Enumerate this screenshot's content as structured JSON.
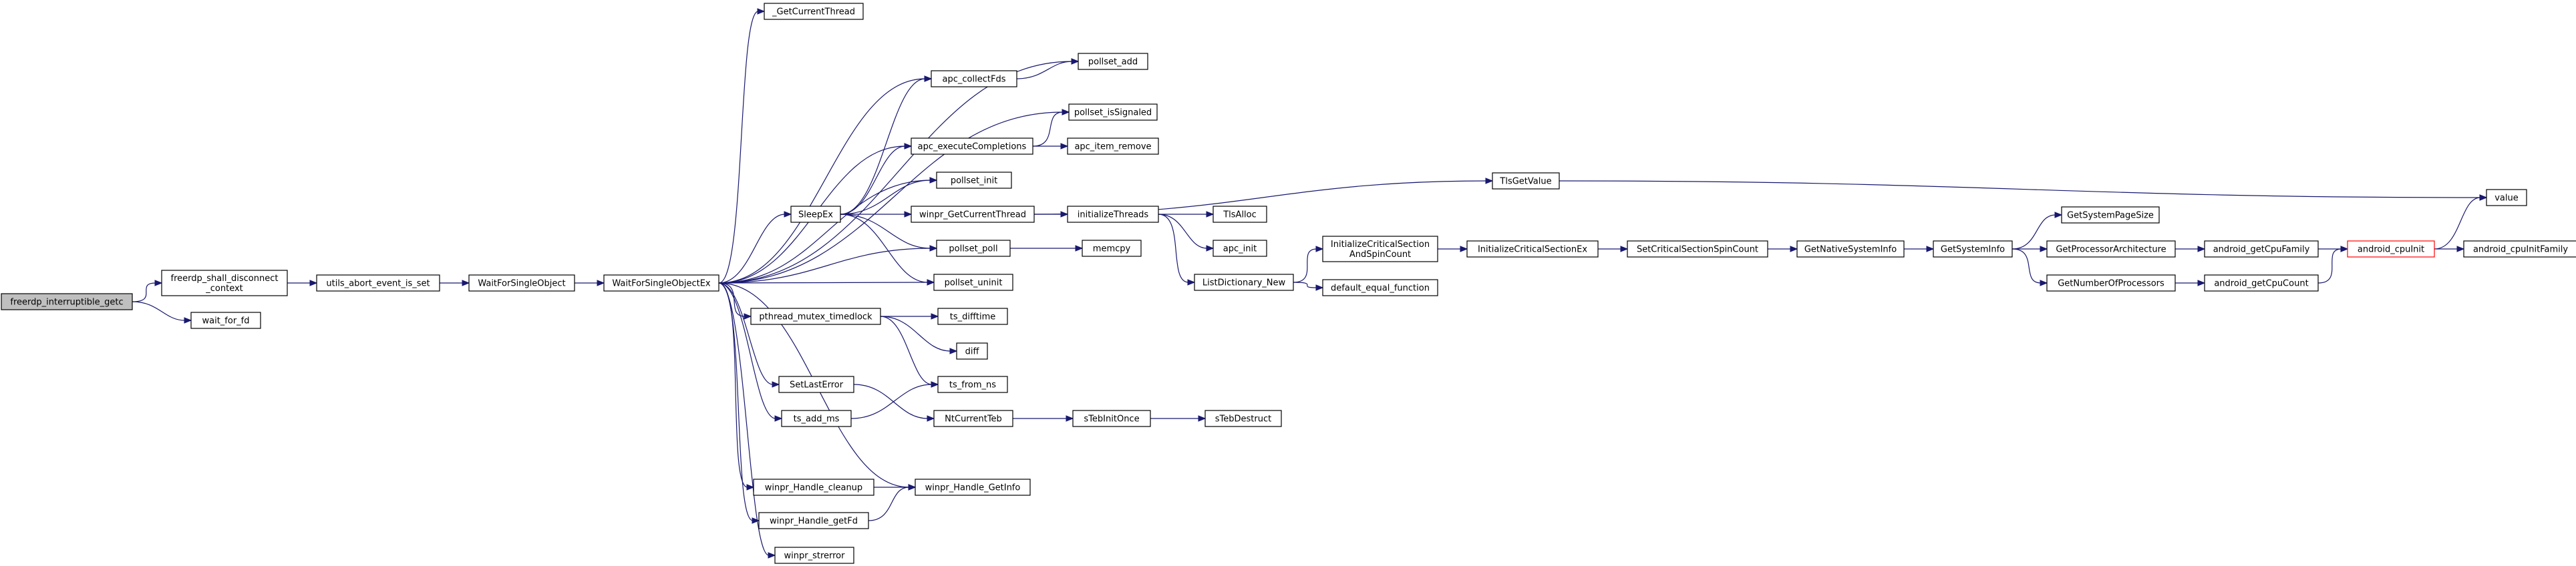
{
  "graph": {
    "colors": {
      "edge": "#191970",
      "root_fill": "#bfbfbf",
      "highlight_border": "#ff0000"
    },
    "nodes": [
      {
        "id": "freerdp_interruptible_getc",
        "lines": [
          "freerdp_interruptible_getc"
        ],
        "root": true
      },
      {
        "id": "freerdp_shall_disconnect_context",
        "lines": [
          "freerdp_shall_disconnect",
          "_context"
        ]
      },
      {
        "id": "wait_for_fd",
        "lines": [
          "wait_for_fd"
        ]
      },
      {
        "id": "utils_abort_event_is_set",
        "lines": [
          "utils_abort_event_is_set"
        ]
      },
      {
        "id": "WaitForSingleObject",
        "lines": [
          "WaitForSingleObject"
        ]
      },
      {
        "id": "WaitForSingleObjectEx",
        "lines": [
          "WaitForSingleObjectEx"
        ]
      },
      {
        "id": "_GetCurrentThread",
        "lines": [
          "_GetCurrentThread"
        ]
      },
      {
        "id": "pollset_add",
        "lines": [
          "pollset_add"
        ]
      },
      {
        "id": "apc_collectFds",
        "lines": [
          "apc_collectFds"
        ]
      },
      {
        "id": "pollset_isSignaled",
        "lines": [
          "pollset_isSignaled"
        ]
      },
      {
        "id": "apc_executeCompletions",
        "lines": [
          "apc_executeCompletions"
        ]
      },
      {
        "id": "apc_item_remove",
        "lines": [
          "apc_item_remove"
        ]
      },
      {
        "id": "pollset_init",
        "lines": [
          "pollset_init"
        ]
      },
      {
        "id": "SleepEx",
        "lines": [
          "SleepEx"
        ]
      },
      {
        "id": "winpr_GetCurrentThread",
        "lines": [
          "winpr_GetCurrentThread"
        ]
      },
      {
        "id": "initializeThreads",
        "lines": [
          "initializeThreads"
        ]
      },
      {
        "id": "TlsGetValue",
        "lines": [
          "TlsGetValue"
        ]
      },
      {
        "id": "value",
        "lines": [
          "value"
        ]
      },
      {
        "id": "TlsAlloc",
        "lines": [
          "TlsAlloc"
        ]
      },
      {
        "id": "apc_init",
        "lines": [
          "apc_init"
        ]
      },
      {
        "id": "pollset_poll",
        "lines": [
          "pollset_poll"
        ]
      },
      {
        "id": "memcpy",
        "lines": [
          "memcpy"
        ]
      },
      {
        "id": "pollset_uninit",
        "lines": [
          "pollset_uninit"
        ]
      },
      {
        "id": "ListDictionary_New",
        "lines": [
          "ListDictionary_New"
        ]
      },
      {
        "id": "InitializeCriticalSectionAndSpinCount",
        "lines": [
          "InitializeCriticalSection",
          "AndSpinCount"
        ]
      },
      {
        "id": "InitializeCriticalSectionEx",
        "lines": [
          "InitializeCriticalSectionEx"
        ]
      },
      {
        "id": "SetCriticalSectionSpinCount",
        "lines": [
          "SetCriticalSectionSpinCount"
        ]
      },
      {
        "id": "GetNativeSystemInfo",
        "lines": [
          "GetNativeSystemInfo"
        ]
      },
      {
        "id": "GetSystemInfo",
        "lines": [
          "GetSystemInfo"
        ]
      },
      {
        "id": "GetSystemPageSize",
        "lines": [
          "GetSystemPageSize"
        ]
      },
      {
        "id": "GetProcessorArchitecture",
        "lines": [
          "GetProcessorArchitecture"
        ]
      },
      {
        "id": "android_getCpuFamily",
        "lines": [
          "android_getCpuFamily"
        ]
      },
      {
        "id": "android_cpuInit",
        "lines": [
          "android_cpuInit"
        ],
        "highlight": true
      },
      {
        "id": "android_cpuInitFamily",
        "lines": [
          "android_cpuInitFamily"
        ]
      },
      {
        "id": "GetNumberOfProcessors",
        "lines": [
          "GetNumberOfProcessors"
        ]
      },
      {
        "id": "android_getCpuCount",
        "lines": [
          "android_getCpuCount"
        ]
      },
      {
        "id": "default_equal_function",
        "lines": [
          "default_equal_function"
        ]
      },
      {
        "id": "pthread_mutex_timedlock",
        "lines": [
          "pthread_mutex_timedlock"
        ]
      },
      {
        "id": "ts_difftime",
        "lines": [
          "ts_difftime"
        ]
      },
      {
        "id": "diff",
        "lines": [
          "diff"
        ]
      },
      {
        "id": "ts_from_ns",
        "lines": [
          "ts_from_ns"
        ]
      },
      {
        "id": "SetLastError",
        "lines": [
          "SetLastError"
        ]
      },
      {
        "id": "NtCurrentTeb",
        "lines": [
          "NtCurrentTeb"
        ]
      },
      {
        "id": "sTebInitOnce",
        "lines": [
          "sTebInitOnce"
        ]
      },
      {
        "id": "sTebDestruct",
        "lines": [
          "sTebDestruct"
        ]
      },
      {
        "id": "ts_add_ms",
        "lines": [
          "ts_add_ms"
        ]
      },
      {
        "id": "winpr_Handle_cleanup",
        "lines": [
          "winpr_Handle_cleanup"
        ]
      },
      {
        "id": "winpr_Handle_GetInfo",
        "lines": [
          "winpr_Handle_GetInfo"
        ]
      },
      {
        "id": "winpr_Handle_getFd",
        "lines": [
          "winpr_Handle_getFd"
        ]
      },
      {
        "id": "winpr_strerror",
        "lines": [
          "winpr_strerror"
        ]
      }
    ],
    "edges": [
      [
        "freerdp_interruptible_getc",
        "freerdp_shall_disconnect_context"
      ],
      [
        "freerdp_interruptible_getc",
        "wait_for_fd"
      ],
      [
        "freerdp_shall_disconnect_context",
        "utils_abort_event_is_set"
      ],
      [
        "utils_abort_event_is_set",
        "WaitForSingleObject"
      ],
      [
        "WaitForSingleObject",
        "WaitForSingleObjectEx"
      ],
      [
        "WaitForSingleObjectEx",
        "_GetCurrentThread"
      ],
      [
        "WaitForSingleObjectEx",
        "pollset_add"
      ],
      [
        "WaitForSingleObjectEx",
        "apc_collectFds"
      ],
      [
        "WaitForSingleObjectEx",
        "pollset_isSignaled"
      ],
      [
        "WaitForSingleObjectEx",
        "apc_executeCompletions"
      ],
      [
        "WaitForSingleObjectEx",
        "pollset_init"
      ],
      [
        "WaitForSingleObjectEx",
        "SleepEx"
      ],
      [
        "WaitForSingleObjectEx",
        "pollset_poll"
      ],
      [
        "WaitForSingleObjectEx",
        "pollset_uninit"
      ],
      [
        "WaitForSingleObjectEx",
        "pthread_mutex_timedlock"
      ],
      [
        "WaitForSingleObjectEx",
        "SetLastError"
      ],
      [
        "WaitForSingleObjectEx",
        "ts_add_ms"
      ],
      [
        "WaitForSingleObjectEx",
        "winpr_Handle_GetInfo"
      ],
      [
        "WaitForSingleObjectEx",
        "winpr_Handle_cleanup"
      ],
      [
        "WaitForSingleObjectEx",
        "winpr_Handle_getFd"
      ],
      [
        "WaitForSingleObjectEx",
        "winpr_strerror"
      ],
      [
        "apc_collectFds",
        "pollset_add"
      ],
      [
        "apc_executeCompletions",
        "pollset_isSignaled"
      ],
      [
        "apc_executeCompletions",
        "apc_item_remove"
      ],
      [
        "SleepEx",
        "apc_collectFds"
      ],
      [
        "SleepEx",
        "apc_executeCompletions"
      ],
      [
        "SleepEx",
        "pollset_init"
      ],
      [
        "SleepEx",
        "winpr_GetCurrentThread"
      ],
      [
        "SleepEx",
        "pollset_poll"
      ],
      [
        "SleepEx",
        "pollset_uninit"
      ],
      [
        "winpr_GetCurrentThread",
        "TlsGetValue"
      ],
      [
        "winpr_GetCurrentThread",
        "initializeThreads"
      ],
      [
        "TlsGetValue",
        "value"
      ],
      [
        "initializeThreads",
        "TlsAlloc"
      ],
      [
        "initializeThreads",
        "apc_init"
      ],
      [
        "initializeThreads",
        "ListDictionary_New"
      ],
      [
        "pollset_poll",
        "memcpy"
      ],
      [
        "ListDictionary_New",
        "InitializeCriticalSectionAndSpinCount"
      ],
      [
        "ListDictionary_New",
        "default_equal_function"
      ],
      [
        "InitializeCriticalSectionAndSpinCount",
        "InitializeCriticalSectionEx"
      ],
      [
        "InitializeCriticalSectionEx",
        "SetCriticalSectionSpinCount"
      ],
      [
        "SetCriticalSectionSpinCount",
        "GetNativeSystemInfo"
      ],
      [
        "GetNativeSystemInfo",
        "GetSystemInfo"
      ],
      [
        "GetSystemInfo",
        "GetSystemPageSize"
      ],
      [
        "GetSystemInfo",
        "GetProcessorArchitecture"
      ],
      [
        "GetSystemInfo",
        "GetNumberOfProcessors"
      ],
      [
        "GetProcessorArchitecture",
        "android_getCpuFamily"
      ],
      [
        "android_getCpuFamily",
        "android_cpuInit"
      ],
      [
        "GetNumberOfProcessors",
        "android_getCpuCount"
      ],
      [
        "android_getCpuCount",
        "android_cpuInit"
      ],
      [
        "android_cpuInit",
        "value"
      ],
      [
        "android_cpuInit",
        "android_cpuInitFamily"
      ],
      [
        "pthread_mutex_timedlock",
        "ts_difftime"
      ],
      [
        "pthread_mutex_timedlock",
        "diff"
      ],
      [
        "pthread_mutex_timedlock",
        "ts_from_ns"
      ],
      [
        "SetLastError",
        "NtCurrentTeb"
      ],
      [
        "NtCurrentTeb",
        "sTebInitOnce"
      ],
      [
        "sTebInitOnce",
        "sTebDestruct"
      ],
      [
        "winpr_Handle_cleanup",
        "winpr_Handle_GetInfo"
      ],
      [
        "winpr_Handle_getFd",
        "winpr_Handle_GetInfo"
      ],
      [
        "ts_add_ms",
        "ts_from_ns"
      ]
    ]
  }
}
